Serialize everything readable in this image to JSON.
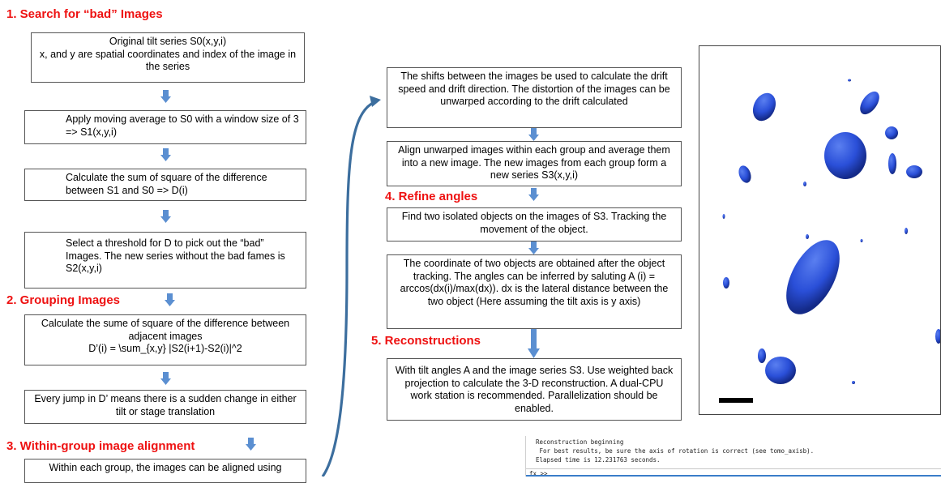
{
  "sections": {
    "s1": "1. Search for “bad” Images",
    "s2": "2. Grouping Images",
    "s3": "3. Within-group image alignment",
    "s4": "4. Refine angles",
    "s5": "5. Reconstructions"
  },
  "left_boxes": {
    "b1": "Original tilt series S0(x,y,i)\nx, and y are spatial coordinates and index of the image in the series",
    "b2": "Apply moving average to S0 with a window size of 3 => S1(x,y,i)",
    "b3": "Calculate the sum of square of the difference between S1 and S0 => D(i)",
    "b4": "Select a threshold for D to pick out the “bad” Images. The new series without the bad fames is S2(x,y,i)",
    "b5": "Calculate the sume of square of the difference between adjacent images\nD’(i) = \\sum_{x,y} |S2(i+1)-S2(i)|^2",
    "b6": "Every jump in D’ means there is a sudden change in either tilt or stage translation",
    "b7": "Within each group, the images can be aligned using"
  },
  "mid_boxes": {
    "m1": "The shifts between the images be used to calculate the drift speed and drift direction. The distortion of the images can be unwarped according to the drift calculated",
    "m2": "Align unwarped images within each group and average them into a new image. The new images from each group form a new series S3(x,y,i)",
    "m3": "Find two isolated objects on the images of S3. Tracking the movement of the object.",
    "m4": "The coordinate of two objects are obtained after the object tracking. The angles can be inferred by saluting A (i)  = arccos(dx(i)/max(dx)). dx is the lateral distance between the two object (Here assuming the tilt axis is y axis)",
    "m5": "With tilt angles A and the image series S3. Use weighted back projection to calculate the 3-D reconstruction. A dual-CPU work station is recommended. Parallelization should be enabled."
  },
  "console": {
    "line1": "Reconstruction beginning",
    "line2": " For best results, be sure the axis of rotation is correct (see tomo_axisb).",
    "line3": "Elapsed time is 12.231763 seconds.",
    "prompt": "fx >>"
  },
  "colors": {
    "header": "#ee1111",
    "arrow": "#5b8fd1",
    "blob": "#2a4fd8",
    "curve": "#3c6e9e"
  }
}
